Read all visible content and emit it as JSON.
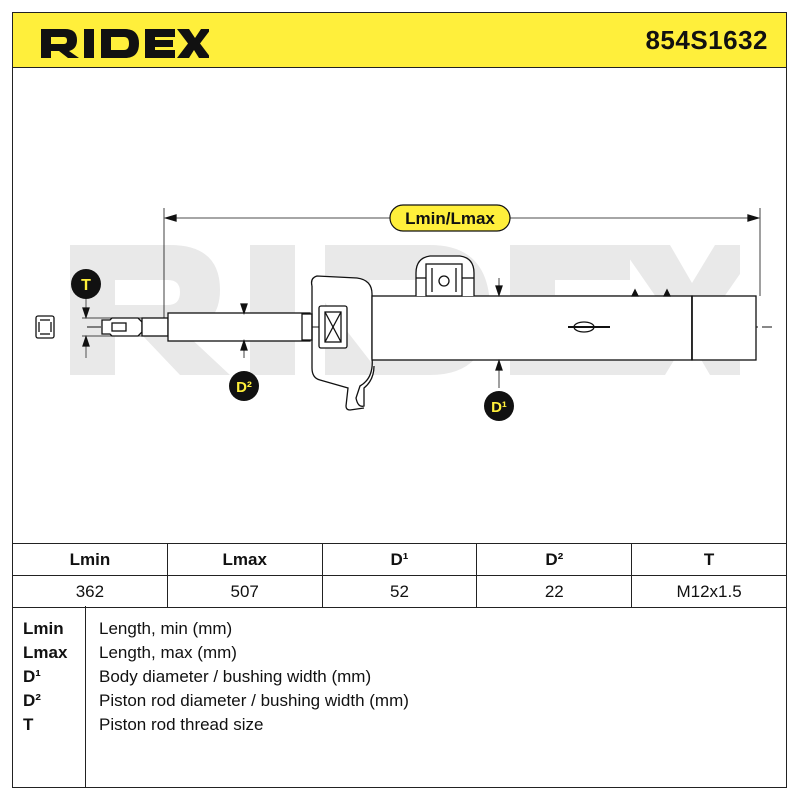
{
  "header": {
    "brand": "RIDEX",
    "part_number": "854S1632",
    "background_color": "#ffef3b"
  },
  "drawing": {
    "labels": {
      "length": "Lmin/Lmax",
      "thread": "T",
      "rod_diameter": "D²",
      "body_diameter": "D¹"
    },
    "label_color": "#ffef3b",
    "watermark": "RIDEX"
  },
  "table": {
    "headers": [
      "Lmin",
      "Lmax",
      "D¹",
      "D²",
      "T"
    ],
    "values": [
      "362",
      "507",
      "52",
      "22",
      "M12x1.5"
    ]
  },
  "legend": [
    {
      "key": "Lmin",
      "desc": "Length, min (mm)"
    },
    {
      "key": "Lmax",
      "desc": "Length, max (mm)"
    },
    {
      "key": "D¹",
      "desc": "Body diameter / bushing width (mm)"
    },
    {
      "key": "D²",
      "desc": "Piston rod diameter / bushing width (mm)"
    },
    {
      "key": "T",
      "desc": "Piston rod thread size"
    }
  ]
}
